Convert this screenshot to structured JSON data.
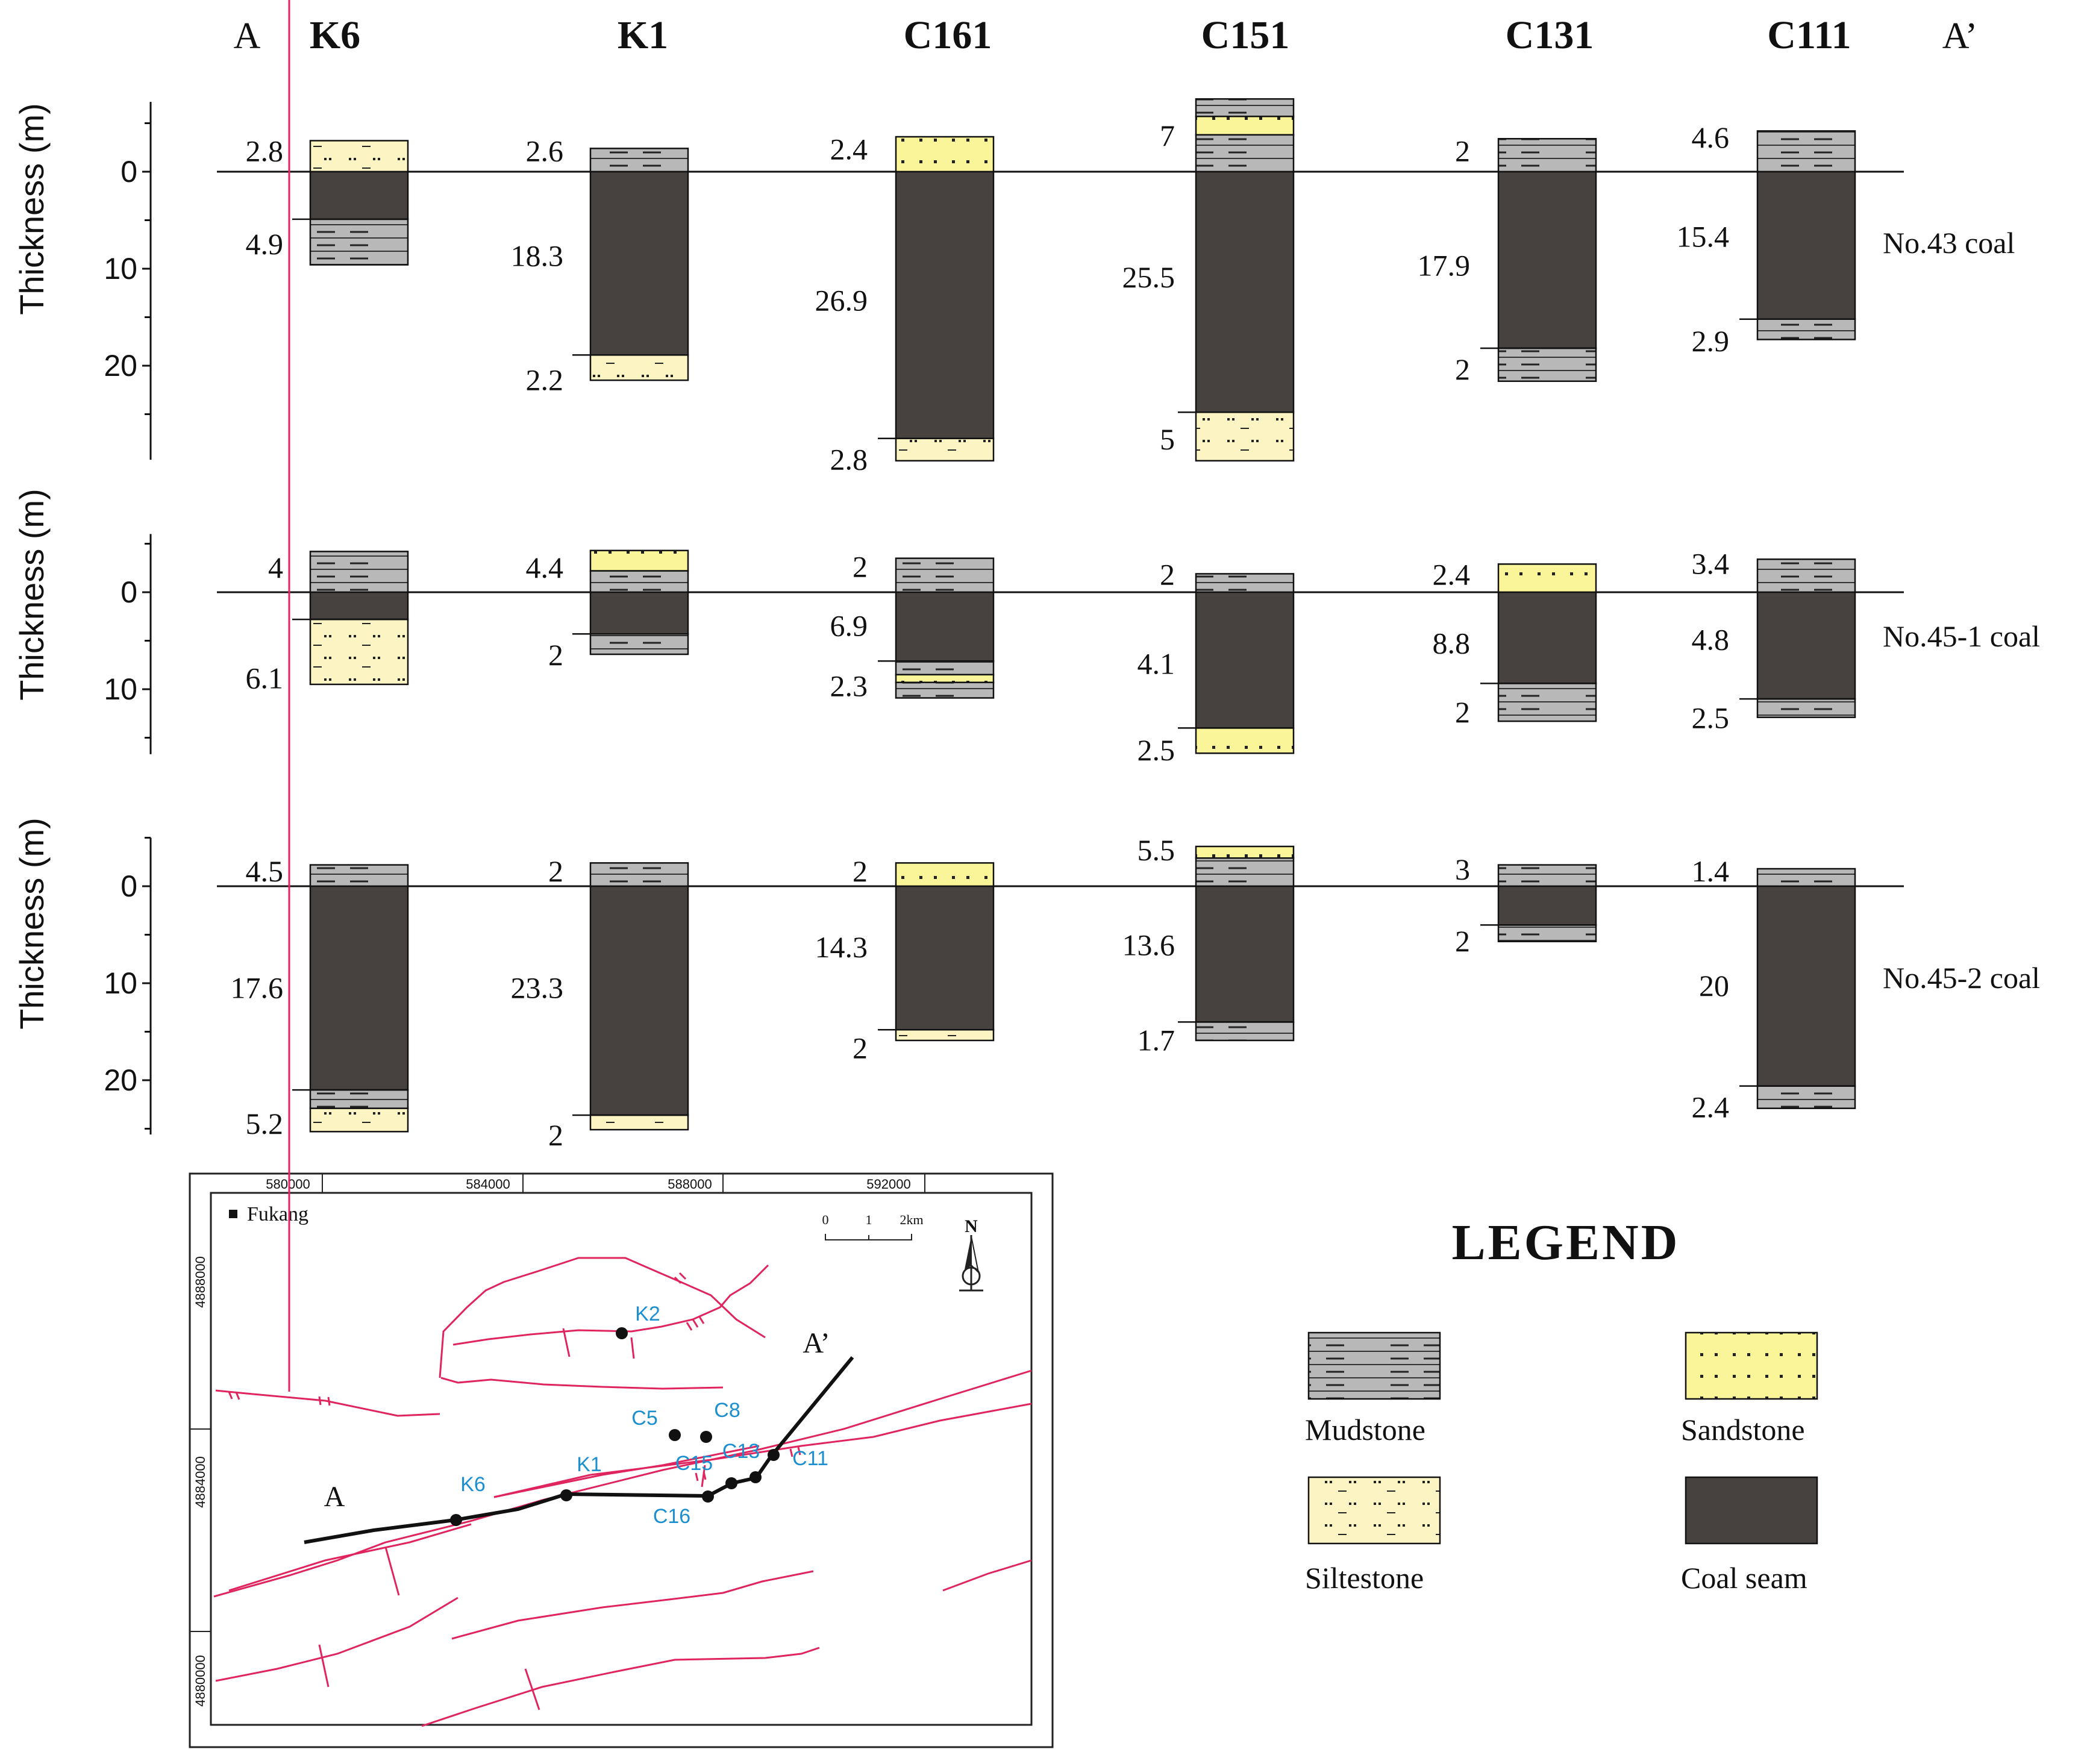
{
  "profile": {
    "start_label": "A",
    "end_label": "A’"
  },
  "wells": [
    "K6",
    "K1",
    "C161",
    "C151",
    "C131",
    "C111"
  ],
  "axis": {
    "label": "Thickness (m)",
    "ticks": [
      "0",
      "10",
      "20"
    ]
  },
  "panels": [
    {
      "coal": "No.43 coal",
      "columns": [
        {
          "well": "K6",
          "layers": [
            {
              "type": "siltstone",
              "top": -3.2,
              "bottom": 0
            },
            {
              "type": "coal",
              "top": 0,
              "bottom": 4.9
            },
            {
              "type": "mudstone",
              "top": 4.9,
              "bottom": 9.6
            }
          ],
          "labels": [
            {
              "text": "2.8",
              "at": -2.2
            },
            {
              "text": "4.9",
              "at": 7.4
            }
          ]
        },
        {
          "well": "K1",
          "layers": [
            {
              "type": "mudstone",
              "top": -2.4,
              "bottom": 0
            },
            {
              "type": "coal",
              "top": 0,
              "bottom": 18.9
            },
            {
              "type": "siltstone",
              "top": 18.9,
              "bottom": 21.5
            }
          ],
          "labels": [
            {
              "text": "2.6",
              "at": -2.2
            },
            {
              "text": "18.3",
              "at": 8.6
            },
            {
              "text": "2.2",
              "at": 21.4
            }
          ]
        },
        {
          "well": "C161",
          "layers": [
            {
              "type": "sandstone",
              "top": -3.6,
              "bottom": 0
            },
            {
              "type": "coal",
              "top": 0,
              "bottom": 27.5
            },
            {
              "type": "siltstone",
              "top": 27.5,
              "bottom": 29.8
            }
          ],
          "labels": [
            {
              "text": "2.4",
              "at": -2.4
            },
            {
              "text": "26.9",
              "at": 13.2
            },
            {
              "text": "2.8",
              "at": 29.6
            }
          ]
        },
        {
          "well": "C151",
          "layers": [
            {
              "type": "mudstone",
              "top": -7.5,
              "bottom": -5.7
            },
            {
              "type": "sandstone",
              "top": -5.7,
              "bottom": -3.8
            },
            {
              "type": "mudstone",
              "top": -3.8,
              "bottom": 0
            },
            {
              "type": "coal",
              "top": 0,
              "bottom": 24.8
            },
            {
              "type": "siltstone",
              "top": 24.8,
              "bottom": 29.8
            }
          ],
          "labels": [
            {
              "text": "7",
              "at": -3.8
            },
            {
              "text": "25.5",
              "at": 10.8
            },
            {
              "text": "5",
              "at": 27.5
            }
          ]
        },
        {
          "well": "C131",
          "layers": [
            {
              "type": "mudstone",
              "top": -3.4,
              "bottom": 0
            },
            {
              "type": "coal",
              "top": 0,
              "bottom": 18.2
            },
            {
              "type": "mudstone",
              "top": 18.2,
              "bottom": 21.6
            }
          ],
          "labels": [
            {
              "text": "2",
              "at": -2.2
            },
            {
              "text": "17.9",
              "at": 9.6
            },
            {
              "text": "2",
              "at": 20.3
            }
          ]
        },
        {
          "well": "C111",
          "layers": [
            {
              "type": "mudstone",
              "top": -4.2,
              "bottom": 0
            },
            {
              "type": "coal",
              "top": 0,
              "bottom": 15.2
            },
            {
              "type": "mudstone",
              "top": 15.2,
              "bottom": 17.3
            }
          ],
          "labels": [
            {
              "text": "4.6",
              "at": -3.6
            },
            {
              "text": "15.4",
              "at": 6.6
            },
            {
              "text": "2.9",
              "at": 17.4
            }
          ]
        }
      ]
    },
    {
      "coal": "No.45-1 coal",
      "columns": [
        {
          "well": "K6",
          "layers": [
            {
              "type": "mudstone",
              "top": -4.2,
              "bottom": 0
            },
            {
              "type": "coal",
              "top": 0,
              "bottom": 2.8
            },
            {
              "type": "siltstone",
              "top": 2.8,
              "bottom": 9.5
            }
          ],
          "labels": [
            {
              "text": "4",
              "at": -2.6
            },
            {
              "text": "6.1",
              "at": 8.8
            }
          ]
        },
        {
          "well": "K1",
          "layers": [
            {
              "type": "sandstone",
              "top": -4.3,
              "bottom": -2.2
            },
            {
              "type": "mudstone",
              "top": -2.2,
              "bottom": 0
            },
            {
              "type": "coal",
              "top": 0,
              "bottom": 4.3
            },
            {
              "type": "mudstone",
              "top": 4.3,
              "bottom": 6.4
            }
          ],
          "labels": [
            {
              "text": "4.4",
              "at": -2.6
            },
            {
              "text": "2",
              "at": 6.4
            }
          ]
        },
        {
          "well": "C161",
          "layers": [
            {
              "type": "mudstone",
              "top": -3.5,
              "bottom": 0
            },
            {
              "type": "coal",
              "top": 0,
              "bottom": 7.1
            },
            {
              "type": "mudstone",
              "top": 7.1,
              "bottom": 8.5
            },
            {
              "type": "sandstone",
              "top": 8.5,
              "bottom": 9.3
            },
            {
              "type": "mudstone",
              "top": 9.3,
              "bottom": 10.9
            }
          ],
          "labels": [
            {
              "text": "2",
              "at": -2.7
            },
            {
              "text": "6.9",
              "at": 3.4
            },
            {
              "text": "2.3",
              "at": 9.6
            }
          ]
        },
        {
          "well": "C151",
          "layers": [
            {
              "type": "mudstone",
              "top": -1.9,
              "bottom": 0
            },
            {
              "type": "coal",
              "top": 0,
              "bottom": 14.0
            },
            {
              "type": "sandstone",
              "top": 14.0,
              "bottom": 16.6
            }
          ],
          "labels": [
            {
              "text": "2",
              "at": -1.9
            },
            {
              "text": "4.1",
              "at": 7.3
            },
            {
              "text": "2.5",
              "at": 16.2
            }
          ]
        },
        {
          "well": "C131",
          "layers": [
            {
              "type": "sandstone",
              "top": -2.9,
              "bottom": 0
            },
            {
              "type": "coal",
              "top": 0,
              "bottom": 9.4
            },
            {
              "type": "mudstone",
              "top": 9.4,
              "bottom": 13.3
            }
          ],
          "labels": [
            {
              "text": "2.4",
              "at": -1.9
            },
            {
              "text": "8.8",
              "at": 5.2
            },
            {
              "text": "2",
              "at": 12.3
            }
          ]
        },
        {
          "well": "C111",
          "layers": [
            {
              "type": "mudstone",
              "top": -3.4,
              "bottom": 0
            },
            {
              "type": "coal",
              "top": 0,
              "bottom": 11.0
            },
            {
              "type": "mudstone",
              "top": 11.0,
              "bottom": 12.9
            }
          ],
          "labels": [
            {
              "text": "3.4",
              "at": -3.0
            },
            {
              "text": "4.8",
              "at": 4.8
            },
            {
              "text": "2.5",
              "at": 12.9
            }
          ]
        }
      ]
    },
    {
      "coal": "No.45-2 coal",
      "columns": [
        {
          "well": "K6",
          "layers": [
            {
              "type": "mudstone",
              "top": -2.2,
              "bottom": 0
            },
            {
              "type": "coal",
              "top": 0,
              "bottom": 21.0
            },
            {
              "type": "mudstone",
              "top": 21.0,
              "bottom": 22.9
            },
            {
              "type": "siltstone",
              "top": 22.9,
              "bottom": 25.3
            }
          ],
          "labels": [
            {
              "text": "4.5",
              "at": -1.6
            },
            {
              "text": "17.6",
              "at": 10.4
            },
            {
              "text": "5.2",
              "at": 24.4
            }
          ]
        },
        {
          "well": "K1",
          "layers": [
            {
              "type": "mudstone",
              "top": -2.4,
              "bottom": 0
            },
            {
              "type": "coal",
              "top": 0,
              "bottom": 23.6
            },
            {
              "type": "siltstone",
              "top": 23.6,
              "bottom": 25.1
            }
          ],
          "labels": [
            {
              "text": "2",
              "at": -1.6
            },
            {
              "text": "23.3",
              "at": 10.4
            },
            {
              "text": "2",
              "at": 25.6
            }
          ]
        },
        {
          "well": "C161",
          "layers": [
            {
              "type": "sandstone",
              "top": -2.4,
              "bottom": 0
            },
            {
              "type": "coal",
              "top": 0,
              "bottom": 14.8
            },
            {
              "type": "siltstone",
              "top": 14.8,
              "bottom": 15.9
            }
          ],
          "labels": [
            {
              "text": "2",
              "at": -1.6
            },
            {
              "text": "14.3",
              "at": 6.2
            },
            {
              "text": "2",
              "at": 16.6
            }
          ]
        },
        {
          "well": "C151",
          "layers": [
            {
              "type": "sandstone",
              "top": -4.1,
              "bottom": -2.9
            },
            {
              "type": "mudstone",
              "top": -2.9,
              "bottom": 0
            },
            {
              "type": "coal",
              "top": 0,
              "bottom": 14.0
            },
            {
              "type": "mudstone",
              "top": 14.0,
              "bottom": 15.9
            }
          ],
          "labels": [
            {
              "text": "5.5",
              "at": -3.8
            },
            {
              "text": "13.6",
              "at": 6.0
            },
            {
              "text": "1.7",
              "at": 15.8
            }
          ]
        },
        {
          "well": "C131",
          "layers": [
            {
              "type": "mudstone",
              "top": -2.2,
              "bottom": 0
            },
            {
              "type": "coal",
              "top": 0,
              "bottom": 4.0
            },
            {
              "type": "mudstone",
              "top": 4.0,
              "bottom": 5.7
            }
          ],
          "labels": [
            {
              "text": "3",
              "at": -1.8
            },
            {
              "text": "2",
              "at": 5.6
            }
          ]
        },
        {
          "well": "C111",
          "layers": [
            {
              "type": "mudstone",
              "top": -1.8,
              "bottom": 0
            },
            {
              "type": "coal",
              "top": 0,
              "bottom": 20.6
            },
            {
              "type": "mudstone",
              "top": 20.6,
              "bottom": 22.9
            }
          ],
          "labels": [
            {
              "text": "1.4",
              "at": -1.6
            },
            {
              "text": "20",
              "at": 10.2
            },
            {
              "text": "2.4",
              "at": 22.7
            }
          ]
        }
      ]
    }
  ],
  "legend": {
    "title": "LEGEND",
    "items": [
      {
        "type": "mudstone",
        "label": "Mudstone"
      },
      {
        "type": "sandstone",
        "label": "Sandstone"
      },
      {
        "type": "siltstone",
        "label": "Siltestone"
      },
      {
        "type": "coal",
        "label": "Coal seam"
      }
    ]
  },
  "map": {
    "x_ticks": [
      "580000",
      "584000",
      "588000",
      "592000"
    ],
    "y_ticks": [
      "4888000",
      "4884000",
      "4880000"
    ],
    "town": "Fukang",
    "scale": [
      "0",
      "1",
      "2km"
    ],
    "north": "N",
    "section_start": "A",
    "section_end": "A’",
    "wells": [
      "K2",
      "C5",
      "C8",
      "C15",
      "C13",
      "C11",
      "K6",
      "K1",
      "C16"
    ]
  },
  "colors": {
    "coal": "#474240",
    "mudstone": "#b8b8b8",
    "sandstone": "#fbf59a",
    "siltstone": "#fdf4c4",
    "fault": "#e0245e",
    "well_label": "#1c8fd0"
  }
}
